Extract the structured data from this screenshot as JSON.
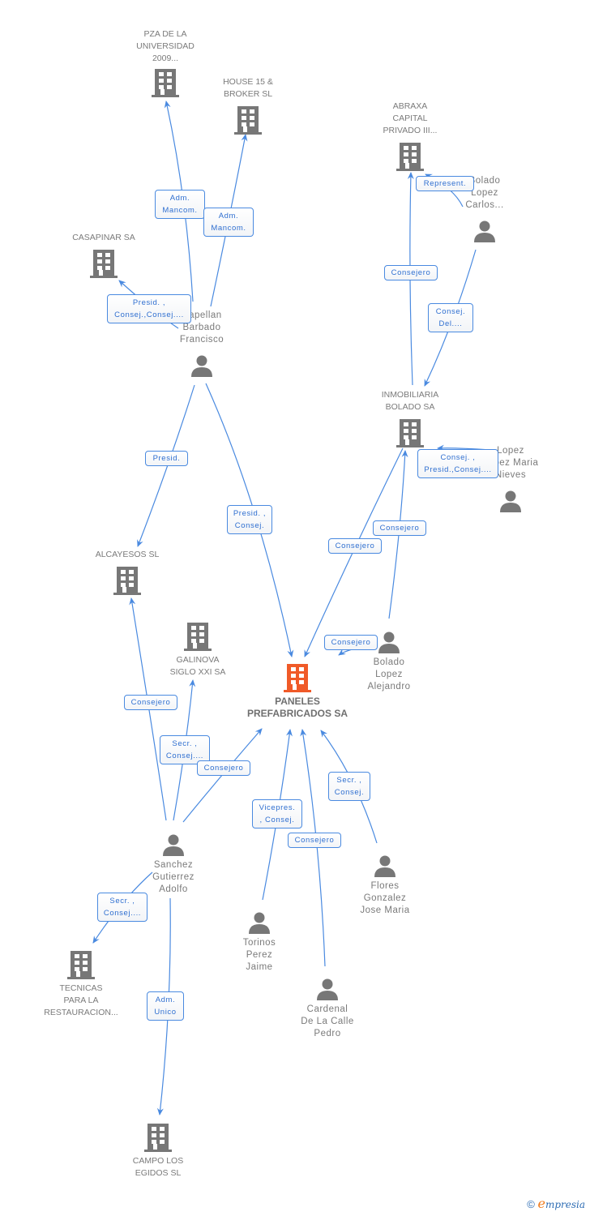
{
  "colors": {
    "edge": "#4a8ae0",
    "label_text": "#2f6fd0",
    "node_icon": "#777777",
    "main_icon": "#f05a28",
    "node_text": "#7a7a7a"
  },
  "main_company": {
    "name_line1": "PANELES",
    "name_line2": "PREFABRICADOS SA",
    "icon": "building-icon"
  },
  "companies": [
    {
      "id": "pza",
      "lines": [
        "PZA DE LA",
        "UNIVERSIDAD",
        "2009..."
      ]
    },
    {
      "id": "house15",
      "lines": [
        "HOUSE 15 &",
        "BROKER SL"
      ]
    },
    {
      "id": "casapinar",
      "lines": [
        "CASAPINAR SA"
      ]
    },
    {
      "id": "abraxa",
      "lines": [
        "ABRAXA",
        "CAPITAL",
        "PRIVADO III..."
      ]
    },
    {
      "id": "inmobiliaria",
      "lines": [
        "INMOBILIARIA",
        "BOLADO SA"
      ]
    },
    {
      "id": "alcayesos",
      "lines": [
        "ALCAYESOS SL"
      ]
    },
    {
      "id": "galinova",
      "lines": [
        "GALINOVA",
        "SIGLO XXI SA"
      ]
    },
    {
      "id": "tecnicas",
      "lines": [
        "TECNICAS",
        "PARA LA",
        "RESTAURACION..."
      ]
    },
    {
      "id": "campo",
      "lines": [
        "CAMPO LOS",
        "EGIDOS SL"
      ]
    }
  ],
  "persons": [
    {
      "id": "capellan",
      "lines": [
        "Capellan",
        "Barbado",
        "Francisco"
      ]
    },
    {
      "id": "bolado_carlos",
      "lines": [
        "Bolado",
        "Lopez",
        "Carlos..."
      ]
    },
    {
      "id": "lopez_nieves",
      "lines": [
        "Lopez",
        "Lopez Maria",
        "Nieves"
      ]
    },
    {
      "id": "bolado_alejandro",
      "lines": [
        "Bolado",
        "Lopez",
        "Alejandro"
      ]
    },
    {
      "id": "sanchez",
      "lines": [
        "Sanchez",
        "Gutierrez",
        "Adolfo"
      ]
    },
    {
      "id": "torinos",
      "lines": [
        "Torinos",
        "Perez",
        "Jaime"
      ]
    },
    {
      "id": "cardenal",
      "lines": [
        "Cardenal",
        "De La Calle",
        "Pedro"
      ]
    },
    {
      "id": "flores",
      "lines": [
        "Flores",
        "Gonzalez",
        "Jose Maria"
      ]
    }
  ],
  "edge_labels": [
    {
      "id": "e1",
      "lines": [
        "Adm.",
        "Mancom."
      ]
    },
    {
      "id": "e2",
      "lines": [
        "Adm.",
        "Mancom."
      ]
    },
    {
      "id": "e3",
      "lines": [
        "Presid. ,",
        "Consej.,Consej...."
      ]
    },
    {
      "id": "e4",
      "lines": [
        "Represent."
      ]
    },
    {
      "id": "e5",
      "lines": [
        "Consejero"
      ]
    },
    {
      "id": "e6",
      "lines": [
        "Consej.",
        "Del...."
      ]
    },
    {
      "id": "e7",
      "lines": [
        "Consej. ,",
        "Presid.,Consej...."
      ]
    },
    {
      "id": "e8",
      "lines": [
        "Presid."
      ]
    },
    {
      "id": "e9",
      "lines": [
        "Presid. ,",
        "Consej."
      ]
    },
    {
      "id": "e10",
      "lines": [
        "Consejero"
      ]
    },
    {
      "id": "e11",
      "lines": [
        "Consejero"
      ]
    },
    {
      "id": "e12",
      "lines": [
        "Consejero"
      ]
    },
    {
      "id": "e13",
      "lines": [
        "Consejero"
      ]
    },
    {
      "id": "e14",
      "lines": [
        "Secr. ,",
        "Consej...."
      ]
    },
    {
      "id": "e15",
      "lines": [
        "Consejero"
      ]
    },
    {
      "id": "e16",
      "lines": [
        "Vicepres.",
        ", Consej."
      ]
    },
    {
      "id": "e17",
      "lines": [
        "Consejero"
      ]
    },
    {
      "id": "e18",
      "lines": [
        "Secr. ,",
        "Consej."
      ]
    },
    {
      "id": "e19",
      "lines": [
        "Secr. ,",
        "Consej...."
      ]
    },
    {
      "id": "e20",
      "lines": [
        "Adm.",
        "Unico"
      ]
    }
  ],
  "footer": {
    "copyright_symbol": "©",
    "brand_initial": "e",
    "brand_rest": "mpresia"
  }
}
